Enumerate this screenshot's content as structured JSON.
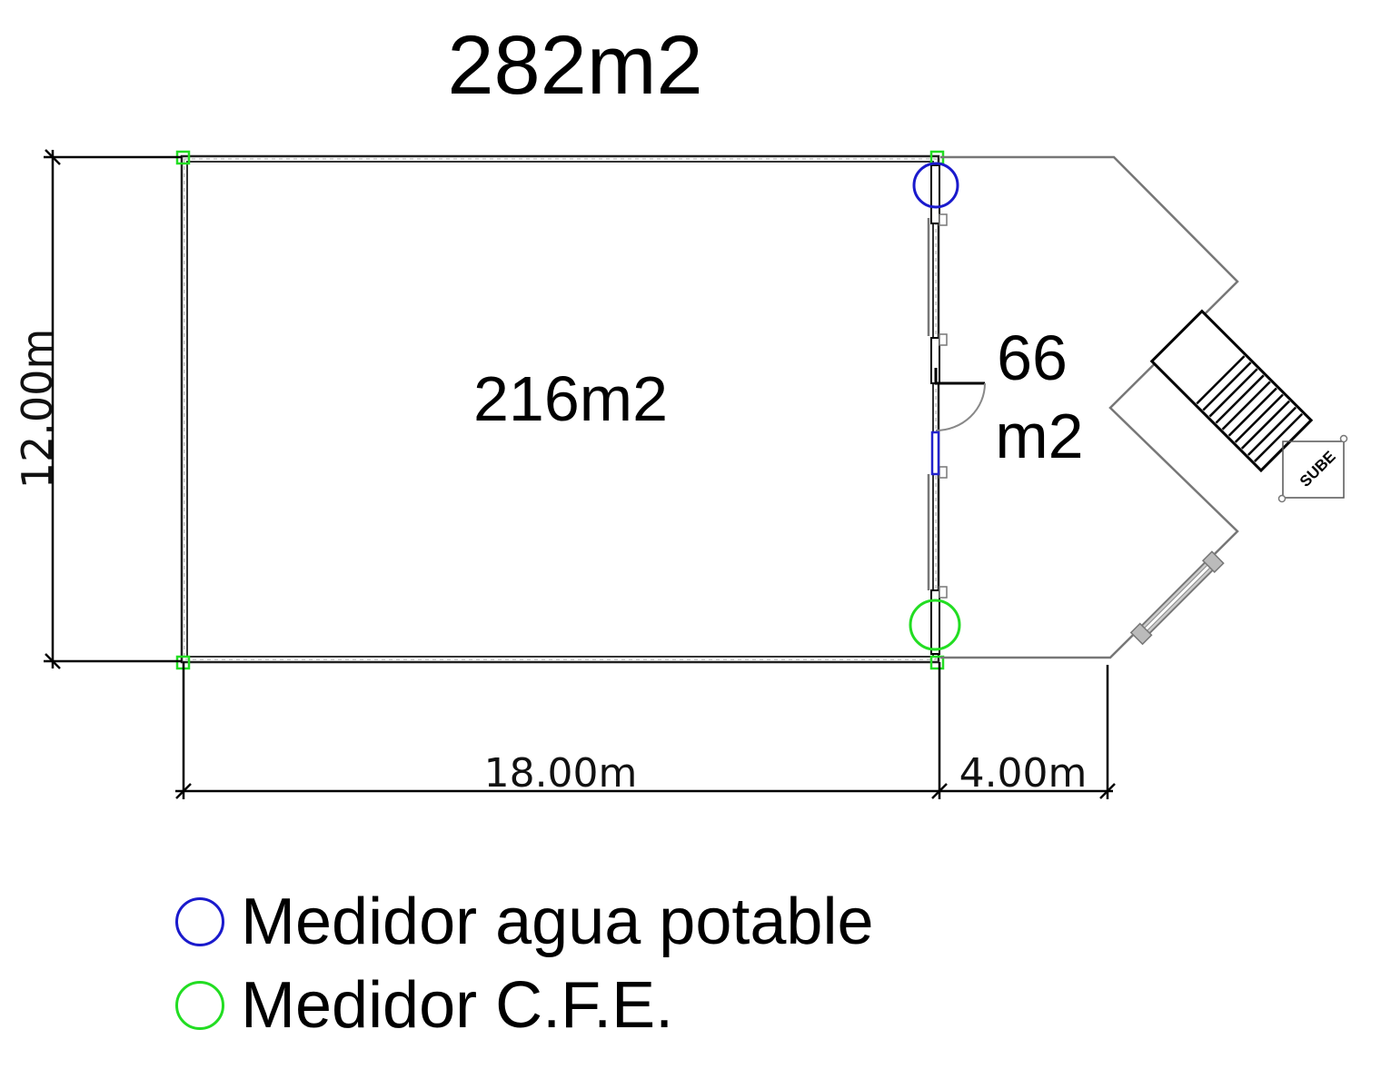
{
  "plan": {
    "total_area": "282m2",
    "main_area": "216m2",
    "annex_area_line1": "66",
    "annex_area_line2": "m2",
    "height_dimension": "12.00m",
    "width_dimension": "18.00m",
    "annex_dimension": "4.00m",
    "stair_label": "SUBE"
  },
  "legend": {
    "items": [
      {
        "label": "Medidor agua potable",
        "color": "#1a1acc"
      },
      {
        "label": "Medidor C.F.E.",
        "color": "#22dd22"
      }
    ]
  }
}
